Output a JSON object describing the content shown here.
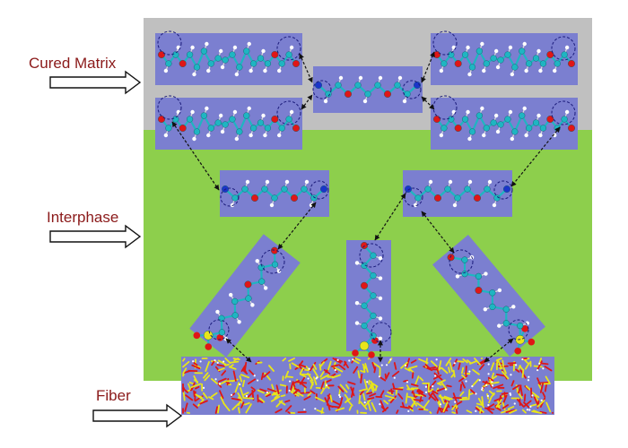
{
  "labels": {
    "matrix": "Cured Matrix",
    "interphase": "Interphase",
    "fiber": "Fiber"
  },
  "colors": {
    "matrix_region": "#c0c0c0",
    "interphase_region": "#8dcf4c",
    "panel": "#7b7fd0",
    "carbon": "#1fb5c2",
    "oxygen": "#e01616",
    "nitrogen": "#1b35c9",
    "hydrogen": "#ffffff",
    "silicon": "#e8e51a",
    "label_text": "#8b1a1a"
  },
  "panels": [
    {
      "name": "matrix-molecule-top-left",
      "kind": "epoxy"
    },
    {
      "name": "matrix-molecule-top-center",
      "kind": "amine"
    },
    {
      "name": "matrix-molecule-top-right",
      "kind": "epoxy"
    },
    {
      "name": "matrix-molecule-mid-left",
      "kind": "epoxy"
    },
    {
      "name": "matrix-molecule-mid-right",
      "kind": "epoxy"
    },
    {
      "name": "interphase-amine-left",
      "kind": "amine"
    },
    {
      "name": "interphase-amine-right",
      "kind": "amine"
    },
    {
      "name": "silane-tilted-left",
      "kind": "silane"
    },
    {
      "name": "silane-vertical-center",
      "kind": "silane"
    },
    {
      "name": "silane-tilted-right",
      "kind": "silane"
    }
  ]
}
